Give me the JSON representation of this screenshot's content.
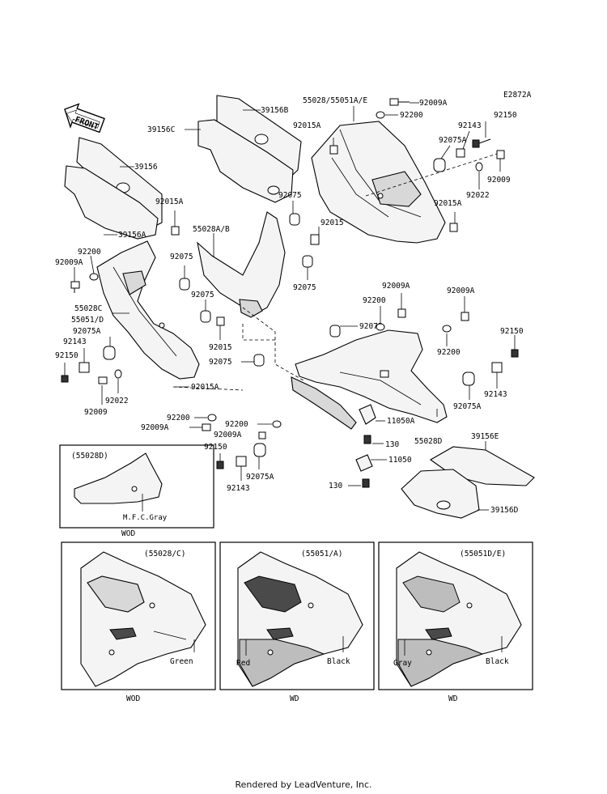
{
  "diagram_code": "E2872A",
  "front_label": "FRONT",
  "footer": "Rendered by LeadVenture, Inc.",
  "labels": {
    "p39156B": "39156B",
    "p39156C": "39156C",
    "p39156": "39156",
    "p39156A": "39156A",
    "p55028_55051AE": "55028/55051A/E",
    "p92009A_1": "92009A",
    "p92200_1": "92200",
    "p92015A_1": "92015A",
    "p92150_1": "92150",
    "p92143_1": "92143",
    "p92075A_1": "92075A",
    "p92009_1": "92009",
    "p92022_1": "92022",
    "p92015A_2": "92015A",
    "p92075_1": "92075",
    "p92015_1": "92015",
    "p92075_2": "92075",
    "p92015A_3": "92015A",
    "p55028AB": "55028A/B",
    "p92200_2": "92200",
    "p92009A_2": "92009A",
    "p92075_3": "92075",
    "p92075_4": "92075",
    "p55028C": "55028C",
    "p55051D": "55051/D",
    "p92075A_2": "92075A",
    "p92143_2": "92143",
    "p92150_2": "92150",
    "p92015_2": "92015",
    "p92075_5": "92075",
    "p92022_2": "92022",
    "p92009_2": "92009",
    "p92015A_4": "92015A",
    "p92009A_3": "92009A",
    "p92200_3": "92200",
    "p92075_6": "92075",
    "p92009A_4": "92009A",
    "p92200_4": "92200",
    "p92150_3": "92150",
    "p92143_3": "92143",
    "p92075A_3": "92075A",
    "p92200_5": "92200",
    "p92009A_5": "92009A",
    "p92200_6": "92200",
    "p92009A_6": "92009A",
    "p11050A": "11050A",
    "p55028D": "55028D",
    "p130_1": "130",
    "p11050": "11050",
    "p130_2": "130",
    "p92150_4": "92150",
    "p92143_4": "92143",
    "p92075A_4": "92075A",
    "p39156E": "39156E",
    "p39156D": "39156D"
  },
  "insets": {
    "small": {
      "title": "(55028D)",
      "note": "M.F.C.Gray",
      "caption": "WOD"
    },
    "left": {
      "title": "(55028/C)",
      "color": "Green",
      "caption": "WOD"
    },
    "middle": {
      "title": "(55051/A)",
      "color_left": "Red",
      "color_right": "Black",
      "caption": "WD"
    },
    "right": {
      "title": "(55051D/E)",
      "color_left": "Gray",
      "color_right": "Black",
      "caption": "WD"
    }
  }
}
